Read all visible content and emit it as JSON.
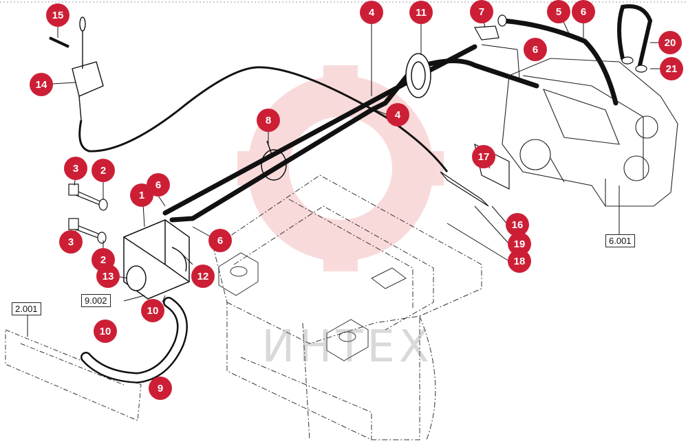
{
  "diagram": {
    "accent_color": "#cc1f36",
    "callouts": [
      "15",
      "14",
      "4",
      "11",
      "7",
      "5",
      "6",
      "6",
      "20",
      "21",
      "8",
      "4",
      "17",
      "16",
      "19",
      "18",
      "1",
      "2",
      "3",
      "6",
      "3",
      "2",
      "13",
      "12",
      "6",
      "10",
      "10",
      "9"
    ],
    "reference_boxes": [
      "2.001",
      "9.002",
      "6.001"
    ],
    "watermark": "ИНТЕХ"
  }
}
